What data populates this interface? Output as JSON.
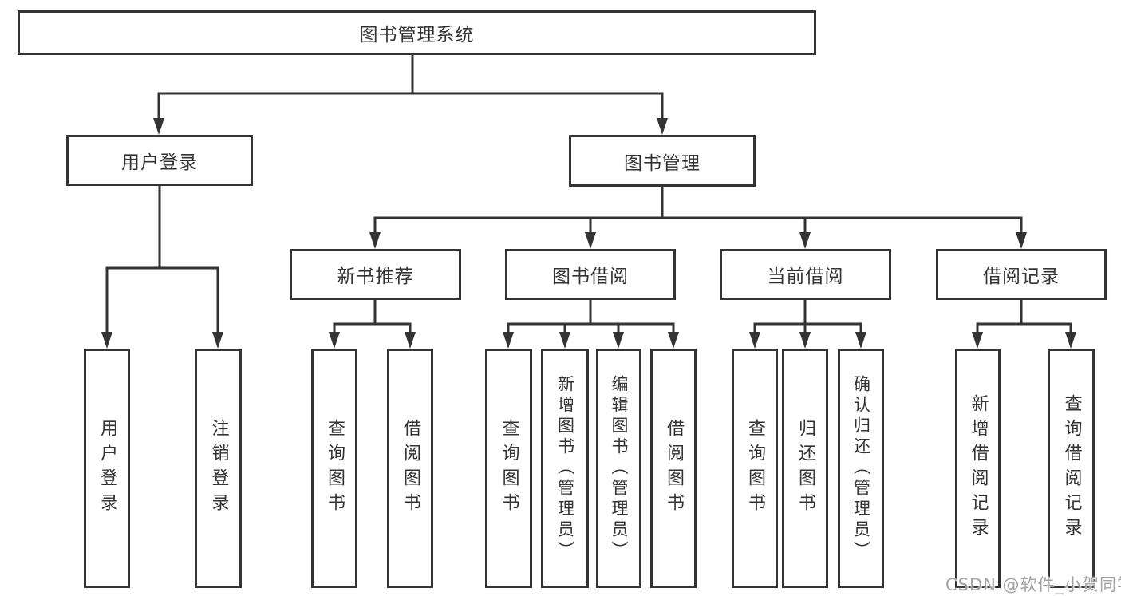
{
  "diagram": {
    "title": "图书管理系统",
    "nodes": {
      "root": "图书管理系统",
      "user_login": "用户登录",
      "book_mgmt": "图书管理",
      "new_book_rec": "新书推荐",
      "book_borrow": "图书借阅",
      "current_borrow": "当前借阅",
      "borrow_records": "借阅记录",
      "leaf_user_login": "用户登录",
      "leaf_logout": "注销登录",
      "leaf_query_books_rec": "查询图书",
      "leaf_borrow_books_rec": "借阅图书",
      "leaf_query_books_borrow": "查询图书",
      "leaf_add_book_admin": "新增图书（管理员）",
      "leaf_edit_book_admin": "编辑图书（管理员）",
      "leaf_borrow_books_borrow": "借阅图书",
      "leaf_query_books_current": "查询图书",
      "leaf_return_books": "归还图书",
      "leaf_confirm_return_admin": "确认归还（管理员）",
      "leaf_add_borrow_record": "新增借阅记录",
      "leaf_query_borrow_record": "查询借阅记录"
    },
    "colors": {
      "line": "#333333",
      "box_border": "#333333",
      "text": "#333333",
      "background": "#ffffff",
      "watermark": "#a3a3a3"
    }
  },
  "watermark": {
    "text": "CSDN @软件_小贺同学"
  }
}
